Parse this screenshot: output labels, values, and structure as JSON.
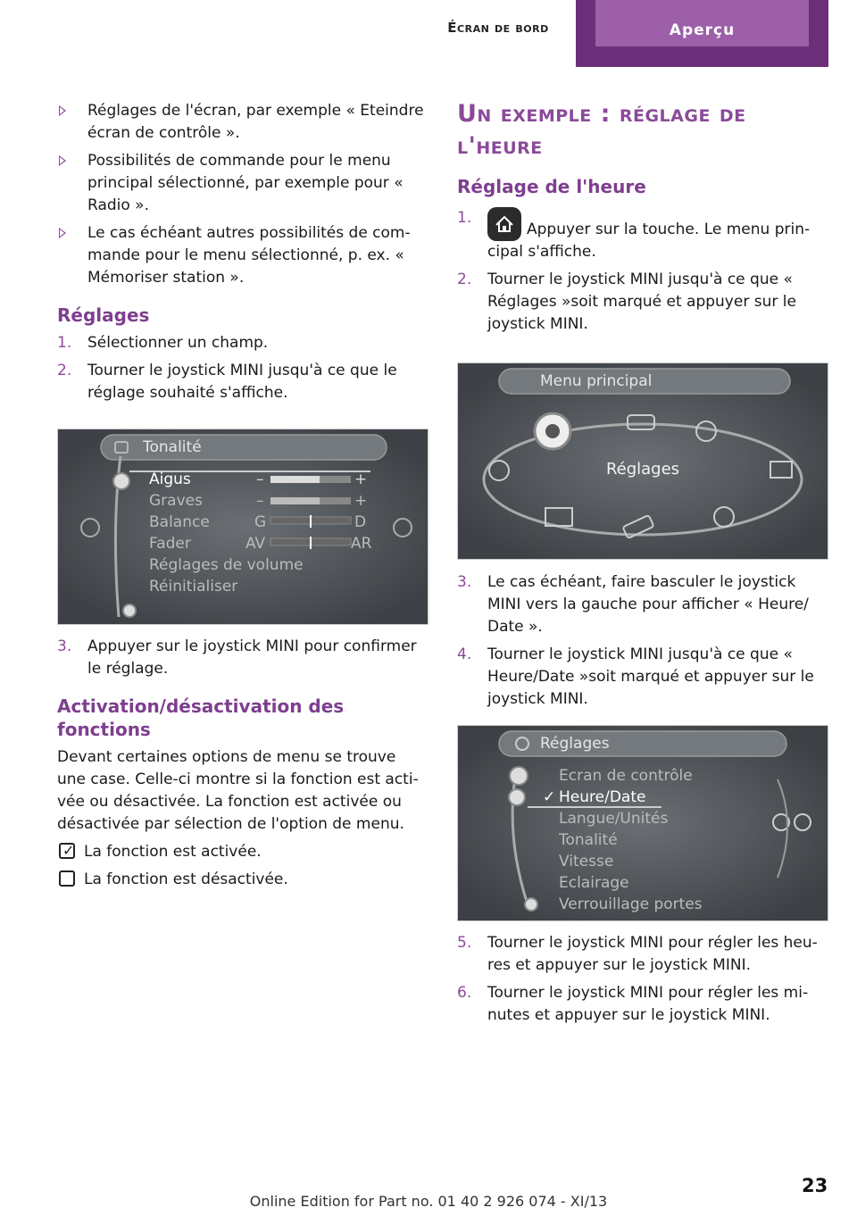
{
  "header": {
    "section": "Écran de bord",
    "tab": "Aperçu"
  },
  "left": {
    "bullets": [
      "Réglages de l'écran, par exemple « Eteindre écran de contrôle ».",
      "Possibilités de commande pour le menu principal sélectionné, par exemple pour « Radio ».",
      "Le cas échéant autres possibilités de com­mande pour le menu sélectionné, p. ex. « Mémoriser station »."
    ],
    "reglages_title": "Réglages",
    "reglages_steps": [
      {
        "n": "1.",
        "t": "Sélectionner un champ."
      },
      {
        "n": "2.",
        "t": "Tourner le joystick MINI jusqu'à ce que le réglage souhaité s'affiche."
      }
    ],
    "tone_screen": {
      "title": "Tonalité",
      "rows": [
        {
          "label": "Aigus",
          "left": "–",
          "right": "+"
        },
        {
          "label": "Graves",
          "left": "–",
          "right": "+"
        },
        {
          "label": "Balance",
          "left": "G",
          "right": "D"
        },
        {
          "label": "Fader",
          "left": "AV",
          "right": "AR"
        },
        {
          "label": "Réglages de volume",
          "left": "",
          "right": ""
        },
        {
          "label": "Réinitialiser",
          "left": "",
          "right": ""
        }
      ]
    },
    "step3": {
      "n": "3.",
      "t": "Appuyer sur le joystick MINI pour confirmer le réglage."
    },
    "activation_title": "Activation/désactivation des fonctions",
    "activation_text": "Devant certaines options de menu se trouve une case. Celle-ci montre si la fonction est acti­vée ou désactivée. La fonction est activée ou désactivée par sélection de l'option de menu.",
    "checked_text": "La fonction est activée.",
    "unchecked_text": "La fonction est désactivée."
  },
  "right": {
    "main_title": "Un exemple : réglage de l'heure",
    "sub_title": "Réglage de l'heure",
    "steps_a": [
      {
        "n": "1.",
        "t": "Appuyer sur la touche. Le menu prin­cipal s'affiche."
      },
      {
        "n": "2.",
        "t": "Tourner le joystick MINI jusqu'à ce que « Réglages »soit marqué et appuyer sur le joystick MINI."
      }
    ],
    "menu_screen": {
      "title": "Menu principal",
      "center": "Réglages"
    },
    "steps_b": [
      {
        "n": "3.",
        "t": "Le cas échéant, faire basculer le joystick MINI vers la gauche pour afficher « Heure/ Date »."
      },
      {
        "n": "4.",
        "t": "Tourner le joystick MINI jusqu'à ce que « Heure/Date »soit marqué et appuyer sur le joystick MINI."
      }
    ],
    "settings_screen": {
      "title": "Réglages",
      "items": [
        "Ecran de contrôle",
        "Heure/Date",
        "Langue/Unités",
        "Tonalité",
        "Vitesse",
        "Eclairage",
        "Verrouillage portes"
      ]
    },
    "steps_c": [
      {
        "n": "5.",
        "t": "Tourner le joystick MINI pour régler les heu­res et appuyer sur le joystick MINI."
      },
      {
        "n": "6.",
        "t": "Tourner le joystick MINI pour régler les mi­nutes et appuyer sur le joystick MINI."
      }
    ]
  },
  "footer": {
    "text": "Online Edition for Part no. 01 40 2 926 074 - XI/13",
    "page": "23"
  }
}
